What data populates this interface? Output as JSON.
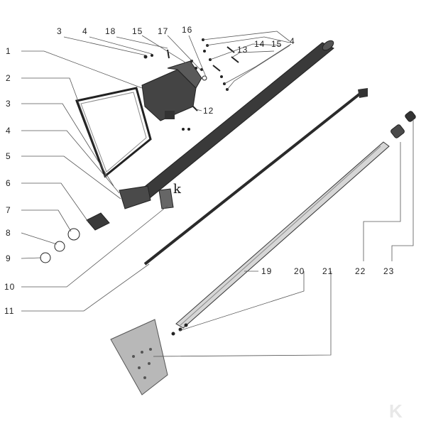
{
  "diagram": {
    "type": "exploded-parts-diagram",
    "callouts": {
      "c1": "1",
      "c2": "2",
      "c3": "3",
      "c4": "4",
      "c5": "5",
      "c6": "6",
      "c7": "7",
      "c8": "8",
      "c9": "9",
      "c10": "10",
      "c11": "11",
      "c12": "12",
      "t3": "3",
      "t4": "4",
      "t18": "18",
      "t15": "15",
      "t17": "17",
      "t16": "16",
      "t13": "13",
      "t14": "14",
      "t15b": "15",
      "t4b": "4",
      "c19": "19",
      "c20": "20",
      "c21": "21",
      "c22": "22",
      "c23": "23"
    },
    "part_marker": "k",
    "watermark": "K",
    "colors": {
      "line": "#555555",
      "part": "#333333",
      "paper": "#ffffff"
    }
  }
}
